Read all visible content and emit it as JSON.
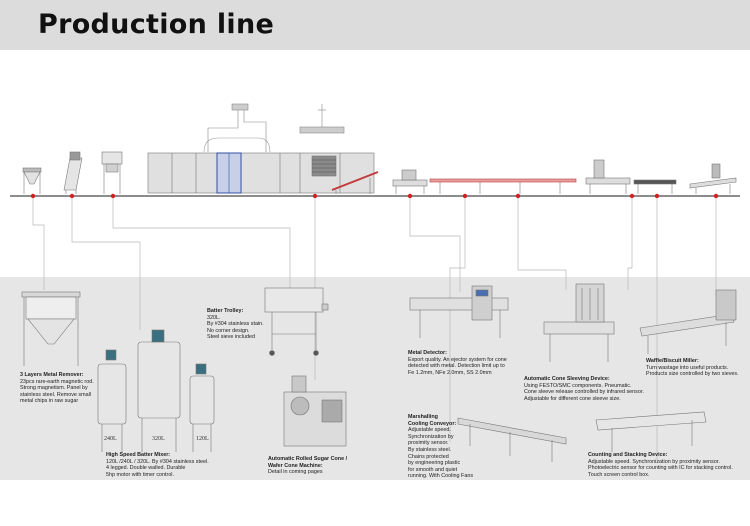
{
  "header": {
    "title": "Production  line"
  },
  "colors": {
    "header_bg": "#dcdcdc",
    "panel_bg": "#e6e6e6",
    "marker": "#d32020",
    "connector": "#b8b8b8",
    "machine": "#9a9a9a"
  },
  "stations": [
    {
      "id": "metal-remover",
      "title": "3 Layers Metal Remover:",
      "desc": [
        "23pcs rare-earth magnetic rod.",
        "Strong magnetism. Panel by",
        "stainless steel.  Remove small",
        "metal chips in raw sugar"
      ]
    },
    {
      "id": "batter-mixer",
      "title": "High Speed Batter Mixer:",
      "desc": [
        "120L /240L / 320L. By #304 stainless steel.",
        "4 legged. Double walled. Durable",
        "5hp motor with timer control."
      ],
      "tanks": [
        "240L",
        "320L",
        "120L"
      ]
    },
    {
      "id": "batter-trolley",
      "title": "Batter Trolley:",
      "desc": [
        "320L.",
        "By #304 stainless stain.",
        "No corner design.",
        "Steel sieve included"
      ]
    },
    {
      "id": "cone-machine",
      "title": "Automatic Rolled Sugar Cone /",
      "title2": "Wafer Cone Machine:",
      "desc": [
        "Detail in coming pages"
      ]
    },
    {
      "id": "metal-detector",
      "title": "Metal Detector:",
      "desc": [
        "Export quality. An ejector system for cone",
        "detected with metal. Detection limit up to",
        "Fe 1.2mm, NFe 2.0mm, SS 2.0mm"
      ]
    },
    {
      "id": "cooling-conveyor",
      "title": "Marshalling",
      "title2": "Cooling Conveyor:",
      "desc": [
        "Adjustable speed.",
        "Synchronization by",
        "proximity sensor.",
        "By stainless steel.",
        "Chains protected",
        "by engineering plastic",
        "for smooth and quiet",
        "running. With Cooling Fans"
      ]
    },
    {
      "id": "sleeving-device",
      "title": "Automatic Cone Sleeving Device:",
      "desc": [
        "Using FESTO/SMC components. Pneumatic.",
        "Cone sleeve release controlled by infrared sensor.",
        "Adjustable for different cone sleeve size."
      ]
    },
    {
      "id": "counting-device",
      "title": "Counting and Stacking Device:",
      "desc": [
        "Adjustable speed. Synchronization by proximity sensor.",
        "Photoelectric sensor for counting with IC for stacking control.",
        "Touch screen control box."
      ]
    },
    {
      "id": "waffle-miller",
      "title": "Waffle/Biscuit Miller:",
      "desc": [
        "Turn wastage into useful products.",
        "Products size controlled by two sieves."
      ]
    }
  ]
}
